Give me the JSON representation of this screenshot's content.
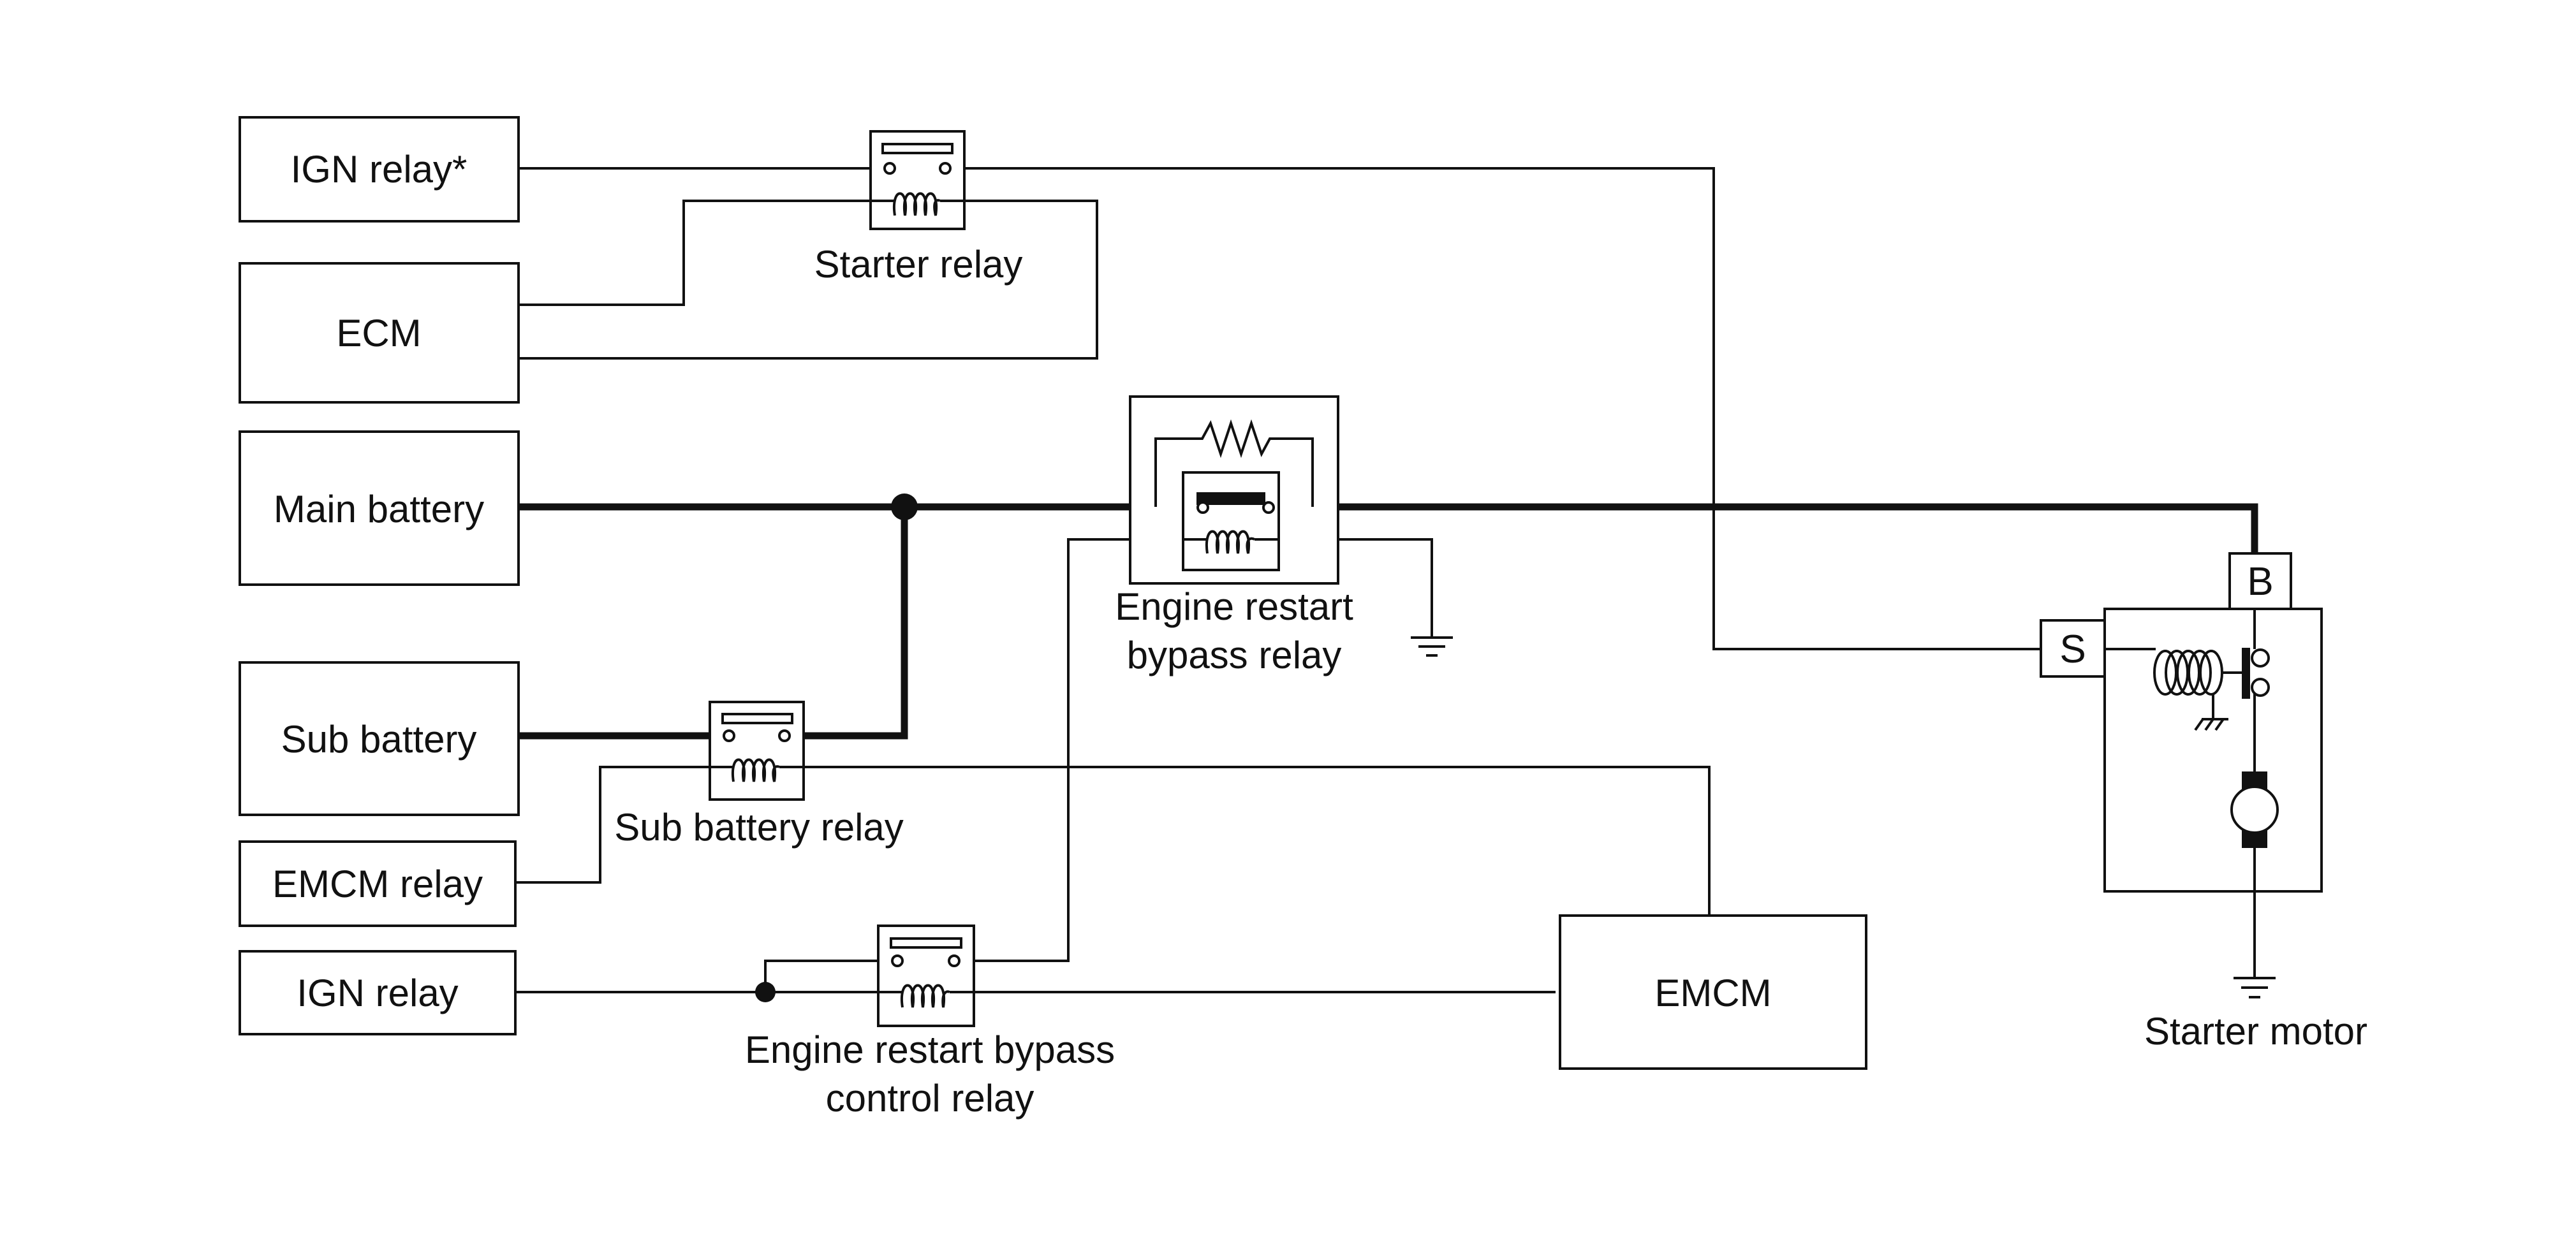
{
  "components": {
    "ign_relay_star": "IGN relay*",
    "ecm": "ECM",
    "main_battery": "Main battery",
    "sub_battery": "Sub battery",
    "emcm_relay": "EMCM relay",
    "ign_relay": "IGN relay",
    "emcm": "EMCM"
  },
  "relays": {
    "starter": "Starter relay",
    "bypass_line1": "Engine restart",
    "bypass_line2": "bypass relay",
    "sub_battery": "Sub battery relay",
    "control_line1": "Engine restart bypass",
    "control_line2": "control relay"
  },
  "starter_motor": {
    "label": "Starter motor",
    "terminal_b": "B",
    "terminal_s": "S"
  }
}
